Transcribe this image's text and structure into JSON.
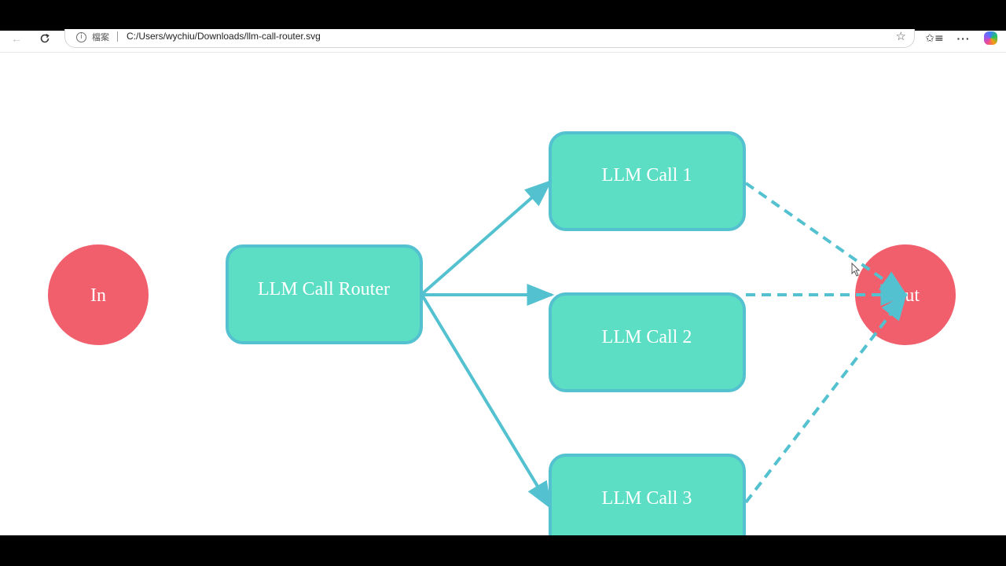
{
  "browser": {
    "address_label": "檔案",
    "url": "C:/Users/wychiu/Downloads/llm-call-router.svg",
    "icons": {
      "back": "arrow-left-icon",
      "reload": "reload-icon",
      "info": "info-icon",
      "star": "star-icon",
      "favorites": "favorites-icon",
      "more": "more-icon",
      "copilot": "copilot-icon"
    }
  },
  "diagram": {
    "colors": {
      "terminal_fill": "#f25f6c",
      "node_fill": "#5cdec4",
      "node_stroke": "#53c1cf",
      "edge": "#53c1cf"
    },
    "nodes": {
      "input": "In",
      "router": "LLM Call Router",
      "call1": "LLM Call 1",
      "call2": "LLM Call 2",
      "call3": "LLM Call 3",
      "output": "Out"
    }
  }
}
